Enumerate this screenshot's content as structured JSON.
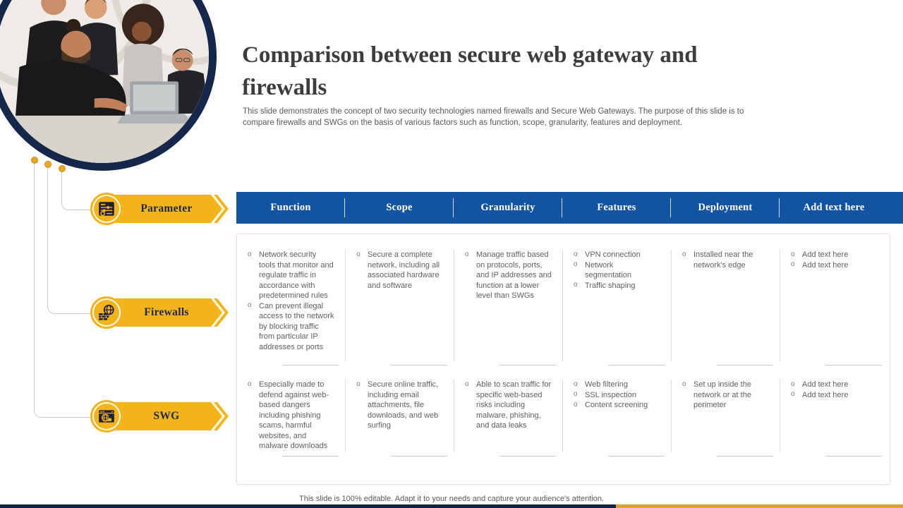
{
  "slide": {
    "title": "Comparison between secure web gateway and firewalls",
    "subtitle": "This slide demonstrates the concept of two security technologies named firewalls and Secure Web Gateways. The purpose of this slide is to compare firewalls and SWGs on the basis of various factors such as function, scope, granularity, features and deployment.",
    "footer": "This slide is 100% editable. Adapt it to your needs and capture your audience's attention."
  },
  "labels": [
    {
      "text": "Parameter",
      "icon": "settings-sliders-icon"
    },
    {
      "text": "Firewalls",
      "icon": "firewall-globe-icon"
    },
    {
      "text": "SWG",
      "icon": "secure-browser-icon"
    }
  ],
  "table": {
    "headers": [
      "Function",
      "Scope",
      "Granularity",
      "Features",
      "Deployment",
      "Add text here"
    ],
    "rows": [
      {
        "name": "Firewalls",
        "cells": [
          [
            "Network security tools that monitor and regulate traffic in accordance with predetermined rules",
            "Can prevent illegal access to the network by blocking traffic from particular IP addresses or ports"
          ],
          [
            "Secure a complete network, including all associated hardware and software"
          ],
          [
            "Manage traffic based on protocols, ports, and IP addresses and function at a lower level than SWGs"
          ],
          [
            "VPN connection",
            "Network segmentation",
            "Traffic shaping"
          ],
          [
            "Installed near the network's edge"
          ],
          [
            "Add text here",
            "Add text here"
          ]
        ]
      },
      {
        "name": "SWG",
        "cells": [
          [
            "Especially made to defend against web-based dangers including phishing scams, harmful websites, and malware downloads"
          ],
          [
            "Secure online traffic, including email attachments, file downloads, and web surfing"
          ],
          [
            "Able to scan traffic for specific web-based risks including malware, phishing, and data leaks"
          ],
          [
            "Web filtering",
            "SSL inspection",
            "Content screening"
          ],
          [
            "Set up inside the network or at the perimeter"
          ],
          [
            "Add text here",
            "Add text here"
          ]
        ]
      }
    ]
  },
  "colors": {
    "accent_yellow": "#F2B31B",
    "navy_ring": "#15284B",
    "header_blue": "#1254A2",
    "stripe_navy": "#0F2342",
    "stripe_gold": "#DFA126",
    "body_text": "#5F5F5F"
  }
}
